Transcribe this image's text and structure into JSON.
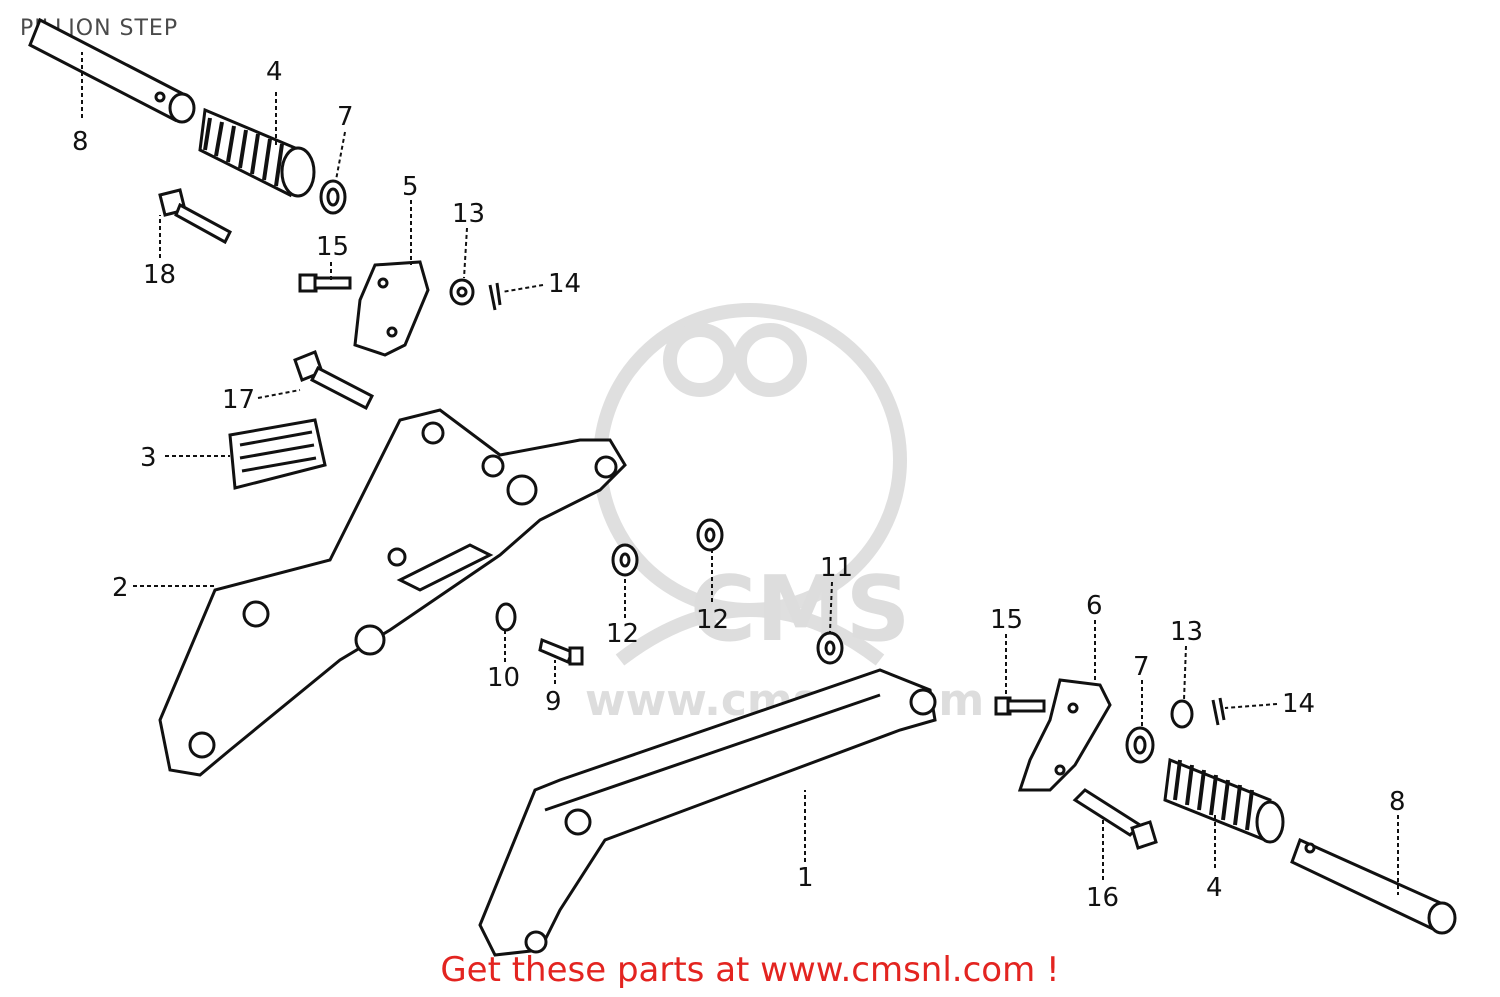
{
  "title": "PILLION STEP",
  "footer_link": "Get these parts at www.cmsnl.com !",
  "watermark": {
    "logo_text": "CMS",
    "url_text": "www.cmsnl.com"
  },
  "colors": {
    "line_art": "#111111",
    "footer_link": "#e32420",
    "watermark": "#d9d9d9",
    "title": "#4a4a4a"
  },
  "callouts": {
    "c1": "1",
    "c2": "2",
    "c3": "3",
    "c4a": "4",
    "c4b": "4",
    "c5": "5",
    "c6": "6",
    "c7a": "7",
    "c7b": "7",
    "c8a": "8",
    "c8b": "8",
    "c9": "9",
    "c10": "10",
    "c11": "11",
    "c12a": "12",
    "c12b": "12",
    "c13a": "13",
    "c13b": "13",
    "c14a": "14",
    "c14b": "14",
    "c15a": "15",
    "c15b": "15",
    "c16": "16",
    "c17": "17",
    "c18": "18"
  }
}
